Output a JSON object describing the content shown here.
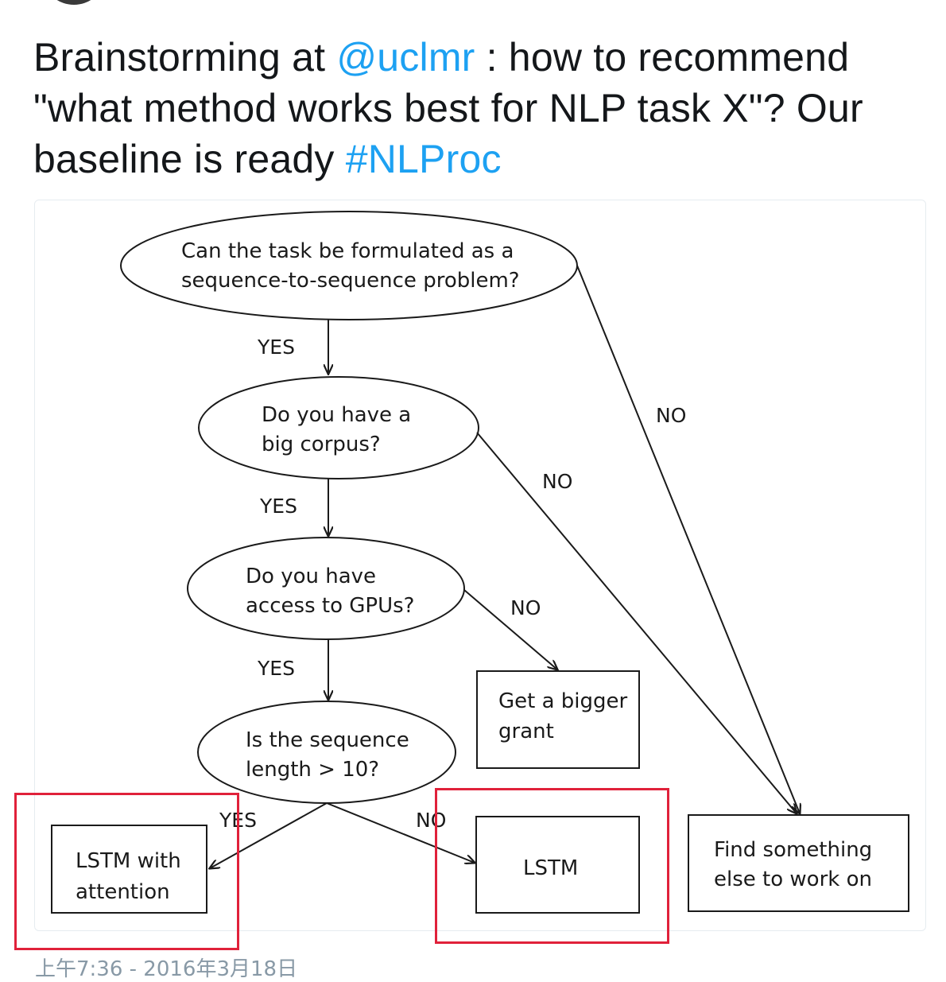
{
  "tweet": {
    "text_part1": "Brainstorming at ",
    "mention": "@uclmr",
    "text_part2": " : how to recommend \"what method works best for NLP task X\"? Our baseline is ready ",
    "hashtag": "#NLProc",
    "timestamp": "上午7:36 - 2016年3月18日"
  },
  "colors": {
    "link": "#1da1f2",
    "highlight": "#e0213a"
  },
  "flowchart": {
    "q1": [
      "Can the task be formulated as a",
      "sequence-to-sequence problem?"
    ],
    "q2": [
      "Do you have a",
      "big corpus?"
    ],
    "q3": [
      "Do you have",
      "access to GPUs?"
    ],
    "q4": [
      "Is the sequence",
      "length > 10?"
    ],
    "box_grant": [
      "Get a bigger",
      "grant"
    ],
    "box_lstm_attention": [
      "LSTM with",
      "attention"
    ],
    "box_lstm": [
      "LSTM"
    ],
    "box_other": [
      "Find something",
      "else to work on"
    ],
    "yes": "YES",
    "no": "NO"
  }
}
